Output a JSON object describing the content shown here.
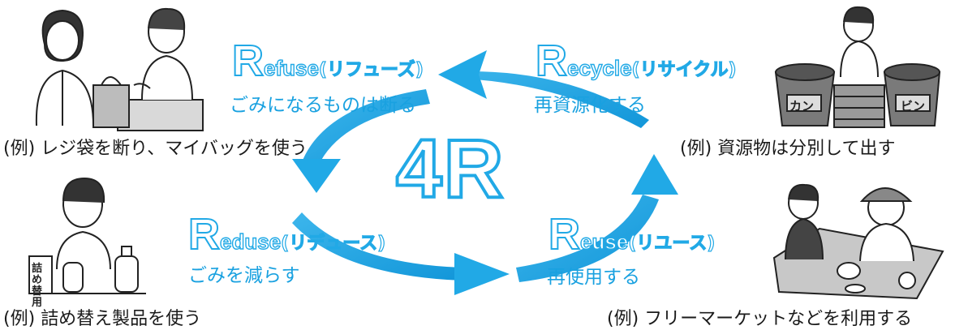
{
  "center_label": "4R",
  "refuse": {
    "initial": "R",
    "rest": "efuse",
    "jp": "(リフューズ)",
    "desc": "ごみになるものは断る",
    "caption": "(例) レジ袋を断り、マイバッグを使う"
  },
  "recycle": {
    "initial": "R",
    "rest": "ecycle",
    "jp": "(リサイクル)",
    "desc": "再資源化する",
    "caption": "(例) 資源物は分別して出す"
  },
  "reduse": {
    "initial": "R",
    "rest": "eduse",
    "jp": "(リデュース)",
    "desc": "ごみを減らす",
    "caption": "(例) 詰め替え製品を使う"
  },
  "reuse": {
    "initial": "R",
    "rest": "euse",
    "jp": "(リユース)",
    "desc": "再使用する",
    "caption": "(例) フリーマーケットなどを利用する"
  },
  "bin_labels": {
    "left": "カン",
    "right": "ビン"
  },
  "refill_tag": "詰め替用",
  "colors": {
    "arrow": "#21a9e6",
    "arrow_light": "#62c6f2",
    "text": "#19a1e0"
  }
}
